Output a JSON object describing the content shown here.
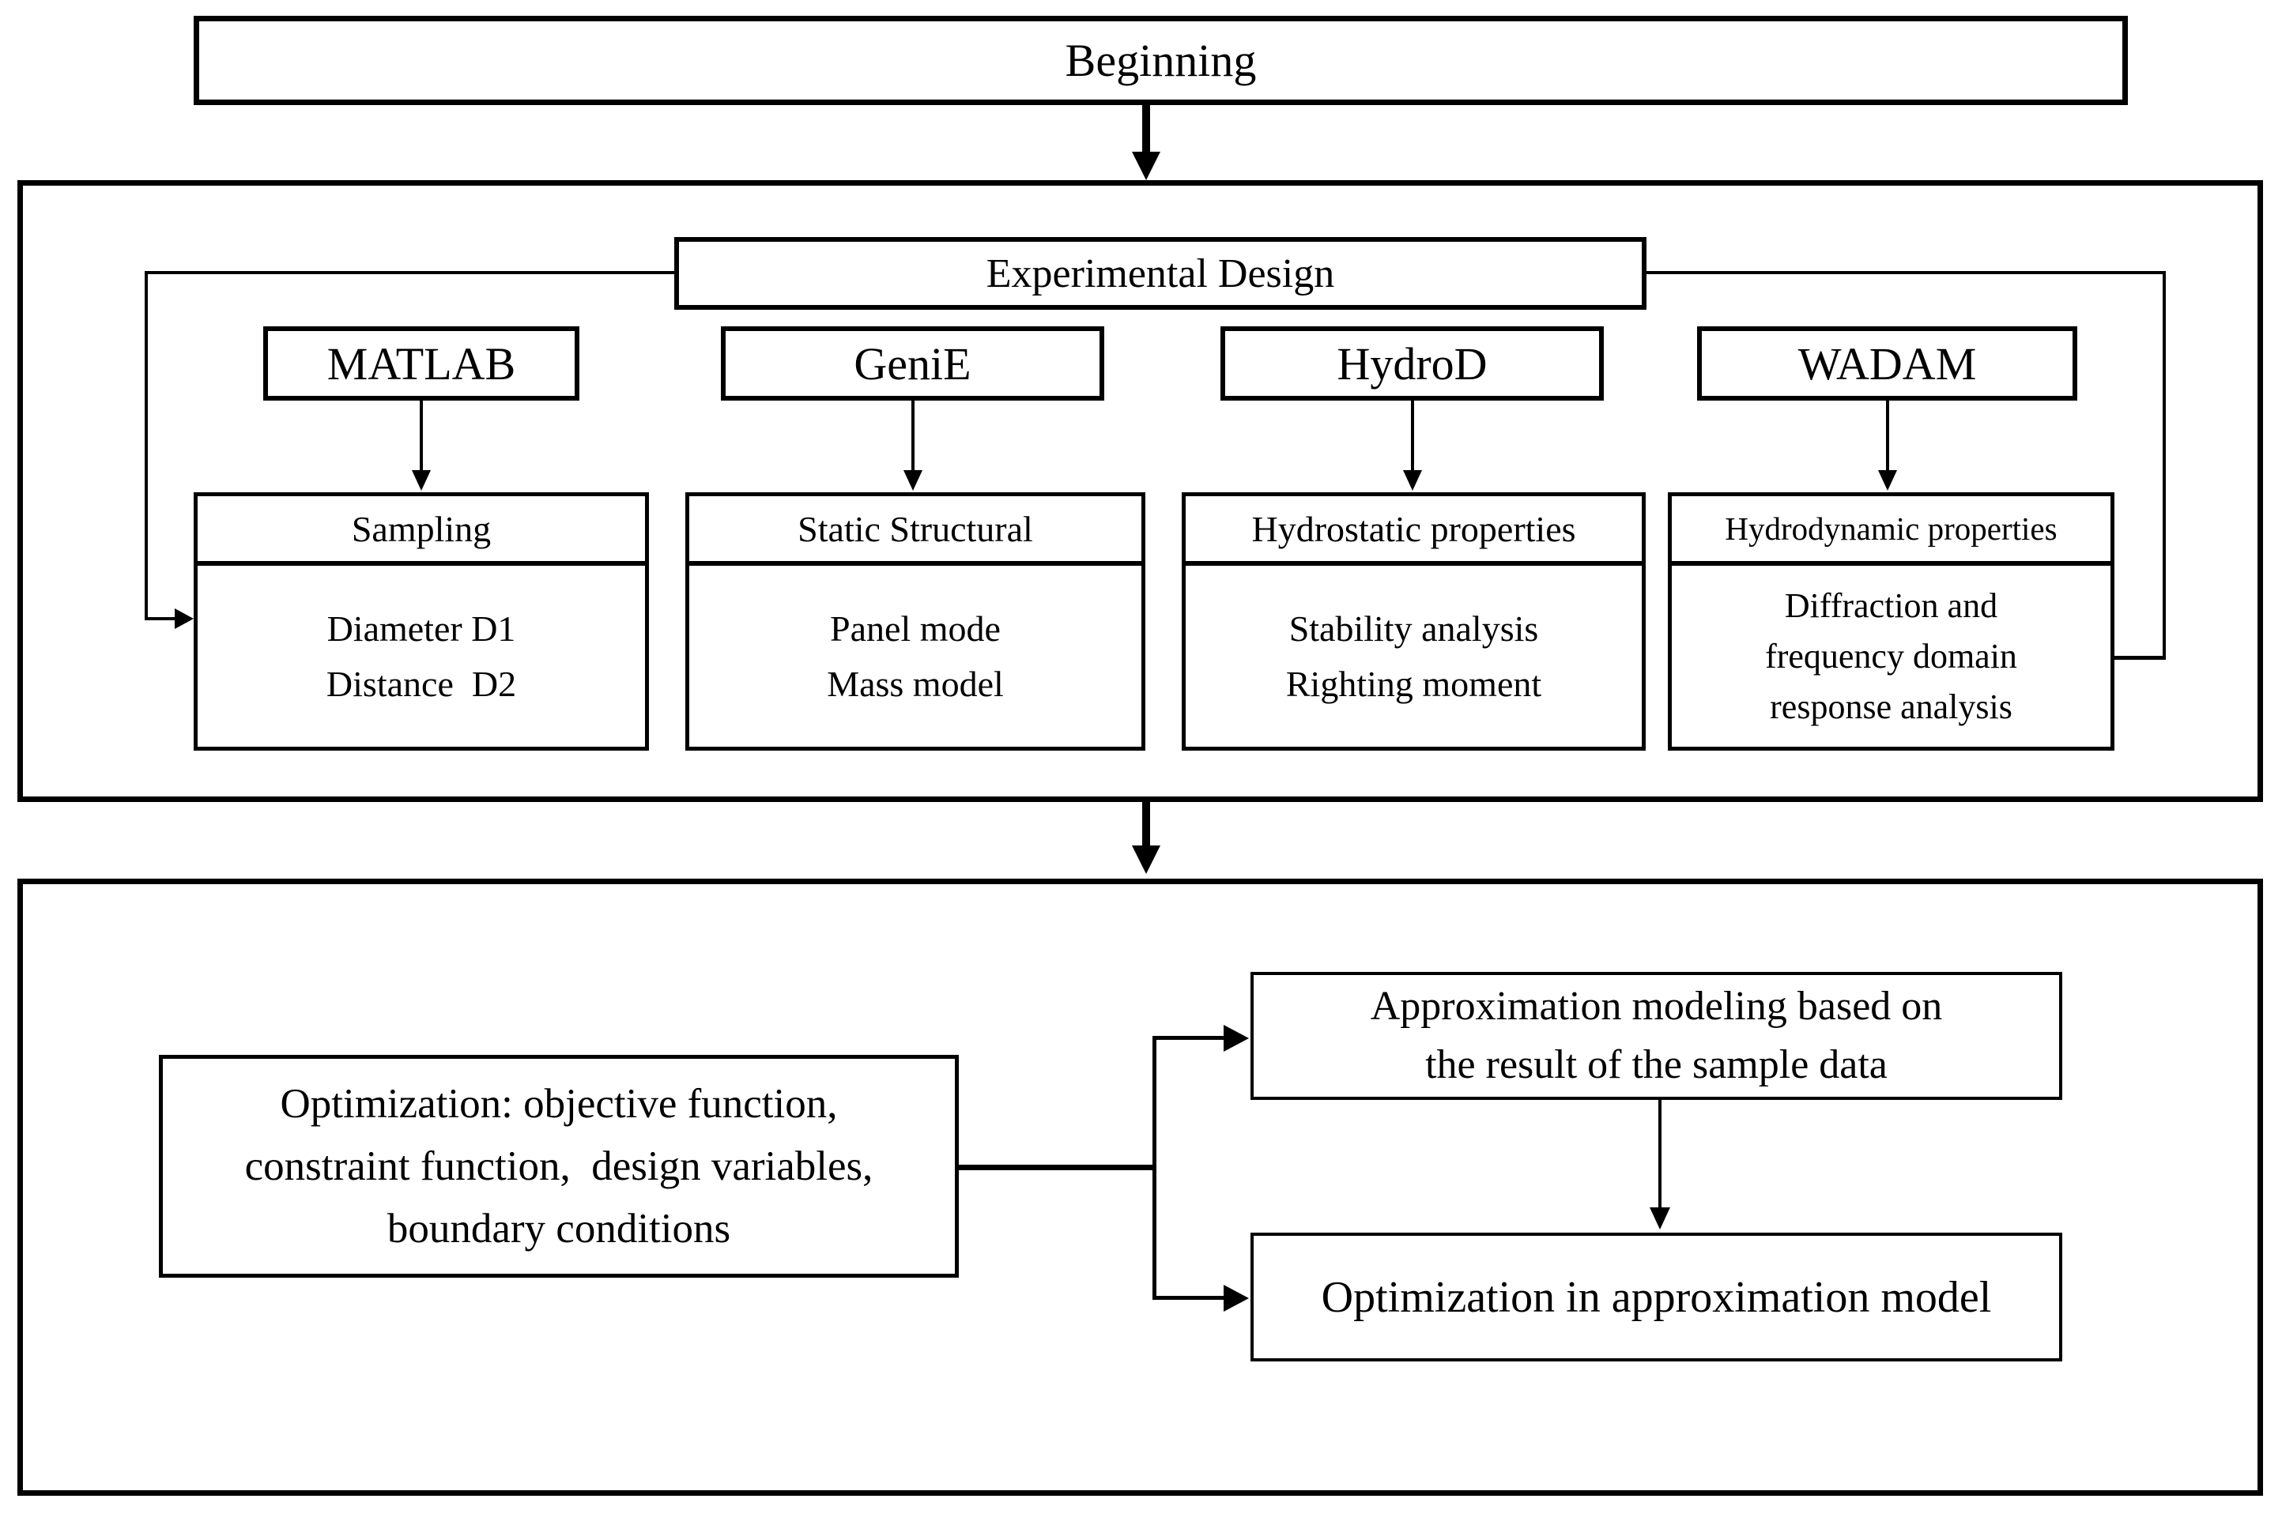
{
  "diagram": {
    "title_hint": "workflow flowchart",
    "colors": {
      "ink": "#000000",
      "background": "#ffffff"
    },
    "start": {
      "label": "Beginning"
    },
    "experimental_design": {
      "label": "Experimental Design"
    },
    "tools": [
      {
        "label": "MATLAB"
      },
      {
        "label": "GeniE"
      },
      {
        "label": "HydroD"
      },
      {
        "label": "WADAM"
      }
    ],
    "processes": [
      {
        "header": "Sampling",
        "lines": [
          "Diameter D1",
          "Distance  D2"
        ]
      },
      {
        "header": "Static Structural",
        "lines": [
          "Panel mode",
          "Mass model"
        ]
      },
      {
        "header": "Hydrostatic properties",
        "lines": [
          "Stability analysis",
          "Righting moment"
        ]
      },
      {
        "header": "Hydrodynamic properties",
        "lines": [
          "Diffraction and",
          "frequency domain",
          "response analysis"
        ]
      }
    ],
    "optimization": {
      "lines": [
        "Optimization: objective function,",
        "constraint function,  design variables,",
        "boundary conditions"
      ]
    },
    "approximation": {
      "lines": [
        "Approximation modeling based on",
        "the result of the sample data"
      ]
    },
    "optimization_in_approx": {
      "label": "Optimization in approximation model"
    }
  }
}
